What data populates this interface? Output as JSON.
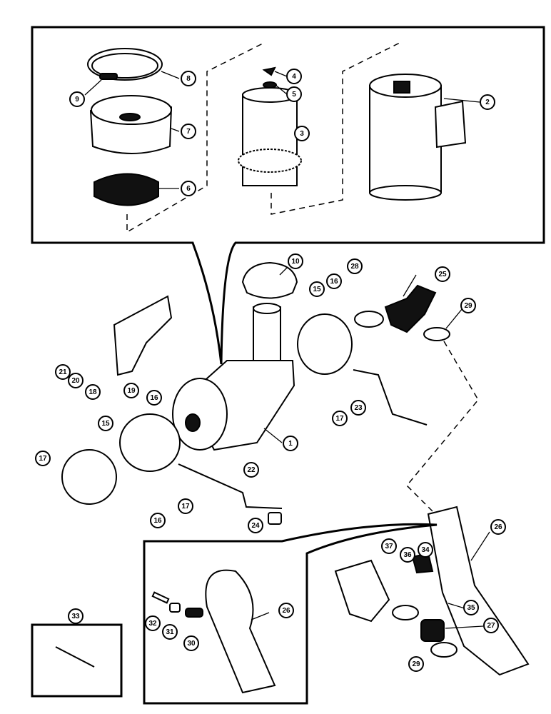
{
  "callouts": [
    {
      "id": "c1",
      "label": "1"
    },
    {
      "id": "c2",
      "label": "2"
    },
    {
      "id": "c3",
      "label": "3"
    },
    {
      "id": "c4",
      "label": "4"
    },
    {
      "id": "c5",
      "label": "5"
    },
    {
      "id": "c6",
      "label": "6"
    },
    {
      "id": "c7",
      "label": "7"
    },
    {
      "id": "c8",
      "label": "8"
    },
    {
      "id": "c9",
      "label": "9"
    },
    {
      "id": "c10",
      "label": "10"
    },
    {
      "id": "c15a",
      "label": "15"
    },
    {
      "id": "c15b",
      "label": "15"
    },
    {
      "id": "c16a",
      "label": "16"
    },
    {
      "id": "c16b",
      "label": "16"
    },
    {
      "id": "c16c",
      "label": "16"
    },
    {
      "id": "c17a",
      "label": "17"
    },
    {
      "id": "c17b",
      "label": "17"
    },
    {
      "id": "c17c",
      "label": "17"
    },
    {
      "id": "c18",
      "label": "18"
    },
    {
      "id": "c19",
      "label": "19"
    },
    {
      "id": "c20",
      "label": "20"
    },
    {
      "id": "c21",
      "label": "21"
    },
    {
      "id": "c22",
      "label": "22"
    },
    {
      "id": "c23",
      "label": "23"
    },
    {
      "id": "c24",
      "label": "24"
    },
    {
      "id": "c25",
      "label": "25"
    },
    {
      "id": "c26a",
      "label": "26"
    },
    {
      "id": "c26b",
      "label": "26"
    },
    {
      "id": "c27",
      "label": "27"
    },
    {
      "id": "c28",
      "label": "28"
    },
    {
      "id": "c29a",
      "label": "29"
    },
    {
      "id": "c29b",
      "label": "29"
    },
    {
      "id": "c30",
      "label": "30"
    },
    {
      "id": "c31",
      "label": "31"
    },
    {
      "id": "c32",
      "label": "32"
    },
    {
      "id": "c33",
      "label": "33"
    },
    {
      "id": "c34",
      "label": "34"
    },
    {
      "id": "c35",
      "label": "35"
    },
    {
      "id": "c36",
      "label": "36"
    },
    {
      "id": "c37",
      "label": "37"
    }
  ]
}
